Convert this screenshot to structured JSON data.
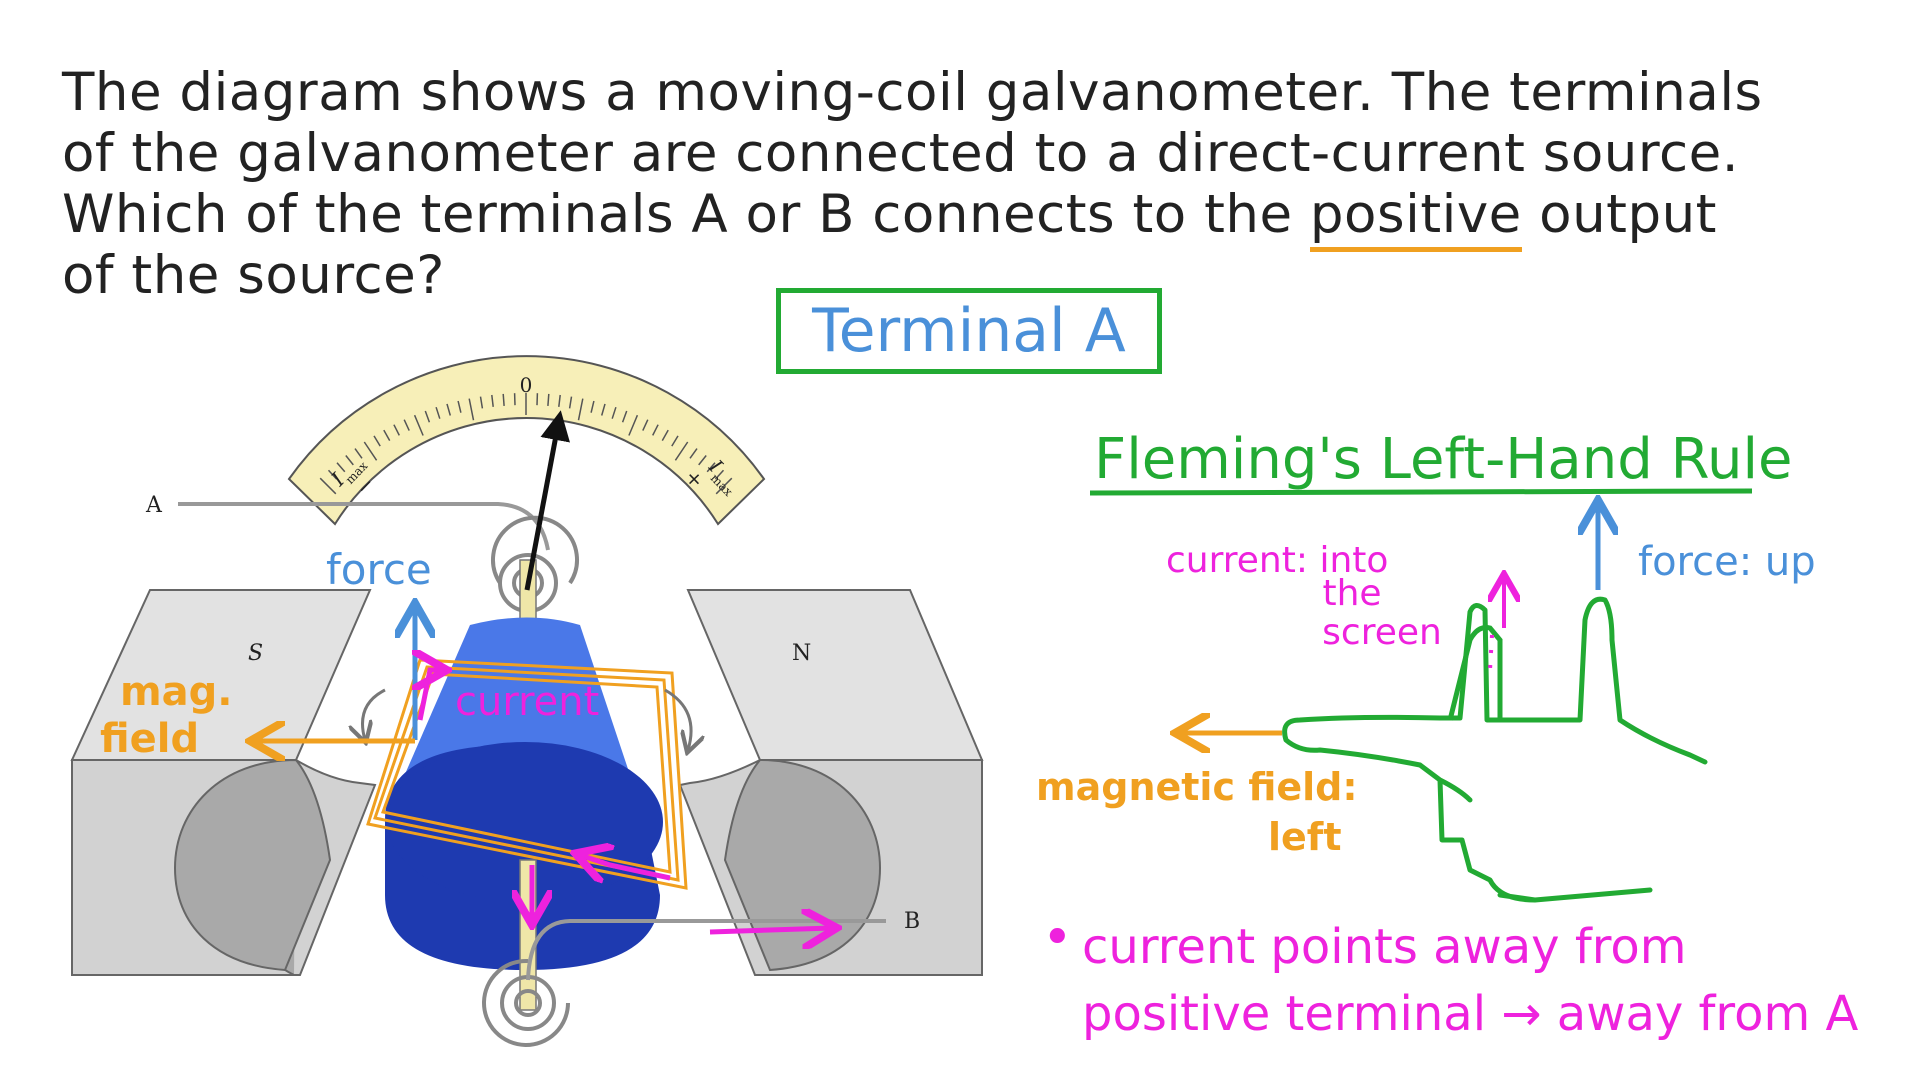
{
  "question": {
    "line1": "The diagram shows a moving-coil galvanometer. The terminals",
    "line2": "of the galvanometer are connected to a direct-current source.",
    "line3_pre": "Which of the terminals A or B connects to the ",
    "line3_under": "positive",
    "line3_post": " output",
    "line4": "of the source?"
  },
  "answer": "Terminal A",
  "rule": {
    "title": "Fleming's Left-Hand Rule",
    "current_1": "current: into",
    "current_2": "the",
    "current_3": "screen",
    "force": "force: up",
    "field_1": "magnetic field:",
    "field_2": "left"
  },
  "diagram": {
    "terminal_a": "A",
    "terminal_b": "B",
    "pole_s": "S",
    "pole_n": "N",
    "scale_zero": "0",
    "imax_label": "I",
    "imax_sub": "max",
    "minus": "−",
    "plus": "+",
    "force_label": "force",
    "field_label_1": "mag.",
    "field_label_2": "field",
    "current_label": "current"
  },
  "note": {
    "bullet": "•",
    "line1": "current points away from",
    "line2": "positive terminal → away from A"
  },
  "colors": {
    "blue": "#4a90d9",
    "green": "#22aa33",
    "magenta": "#ee22dd",
    "orange": "#f0a020",
    "scale": "#f7efb8",
    "magnet": "#d6d6d6",
    "core_light": "#4a78e8",
    "core_dark": "#1e3ab0"
  }
}
